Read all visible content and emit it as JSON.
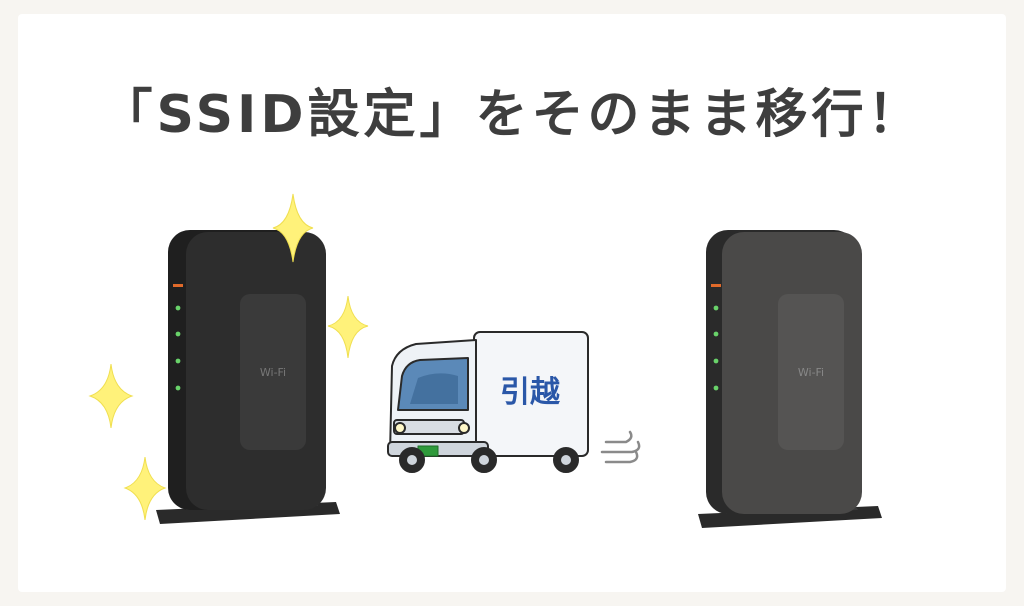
{
  "title": "「SSID設定」をそのまま移行！",
  "truck_sign": "引越",
  "router_brand": "Wi-Fi",
  "colors": {
    "background": "#f7f5f1",
    "card": "#ffffff",
    "title": "#3e3e3e",
    "router_body": "#2b2b2b",
    "router_face": "#383838",
    "sparkle": "#fff27a",
    "truck_cab": "#eef2f6",
    "truck_sign_text": "#2a57a8",
    "plate": "#2f9a3b"
  },
  "icons": [
    "sparkle-icon",
    "exhaust-puff-icon"
  ]
}
